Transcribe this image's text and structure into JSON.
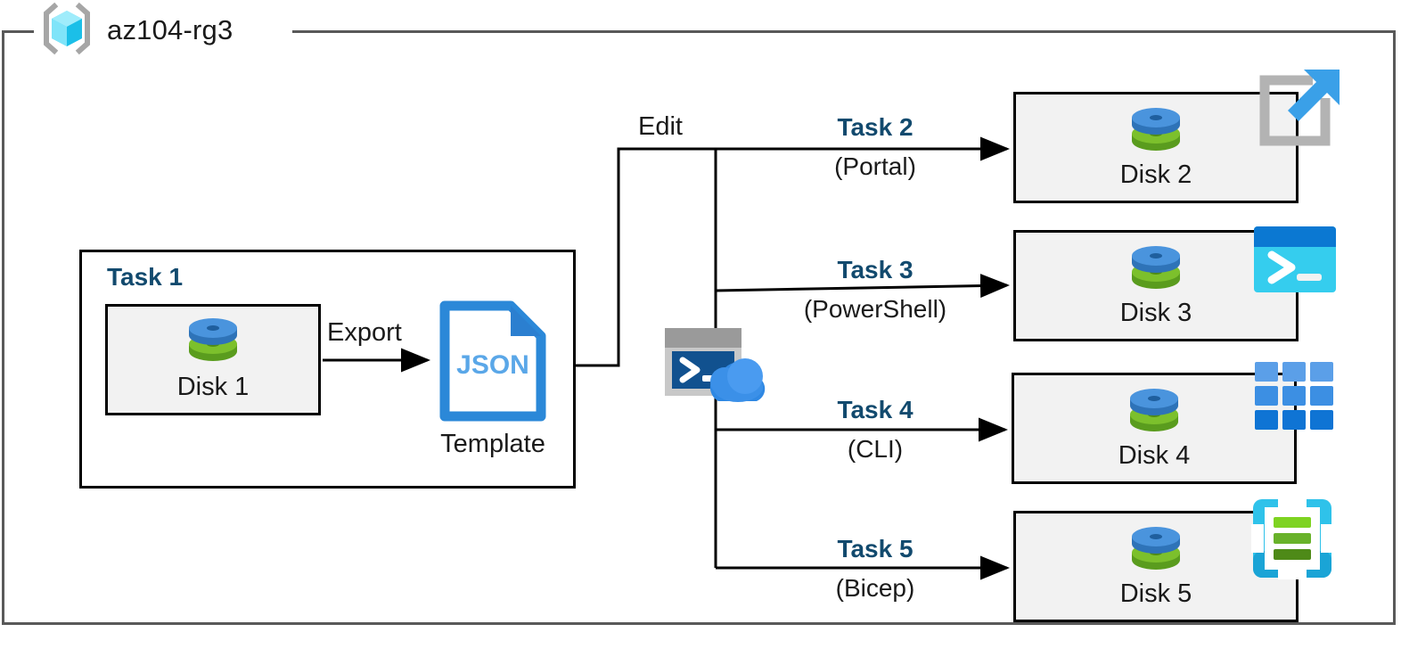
{
  "resource_group": {
    "name": "az104-rg3",
    "icon": "resource-group-cube-icon"
  },
  "task1": {
    "label": "Task 1",
    "disk": {
      "name": "Disk 1",
      "icon": "managed-disk-icon"
    }
  },
  "template": {
    "file_type": "JSON",
    "caption": "Template",
    "icon": "json-file-icon"
  },
  "cloudshell": {
    "icon": "cloud-shell-icon"
  },
  "edges": {
    "export": "Export",
    "edit": "Edit"
  },
  "tasks": [
    {
      "id": "task-2",
      "label": "Task 2",
      "method": "(Portal)",
      "disk": {
        "name": "Disk 2",
        "icon": "managed-disk-icon"
      },
      "tech_icon": "portal-external-link-icon"
    },
    {
      "id": "task-3",
      "label": "Task 3",
      "method": "(PowerShell)",
      "disk": {
        "name": "Disk 3",
        "icon": "managed-disk-icon"
      },
      "tech_icon": "powershell-icon"
    },
    {
      "id": "task-4",
      "label": "Task 4",
      "method": "(CLI)",
      "disk": {
        "name": "Disk 4",
        "icon": "cli-grid-icon"
      },
      "tech_icon": "cli-grid-icon"
    },
    {
      "id": "task-5",
      "label": "Task 5",
      "method": "(Bicep)",
      "disk": {
        "name": "Disk 5",
        "icon": "managed-disk-icon"
      },
      "tech_icon": "bicep-icon"
    }
  ],
  "colors": {
    "task_label_blue": "#124a6e",
    "frame_gray": "#595959",
    "card_fill": "#f2f2f2",
    "card_border": "#000000",
    "json_blue": "#2b88d8",
    "disk_blue": "#3f8fd2",
    "disk_green": "#6ab023",
    "powershell_cyan": "#32c8ea",
    "bicep_cyan": "#2fbde4",
    "cube_cyan": "#45d6f5"
  }
}
